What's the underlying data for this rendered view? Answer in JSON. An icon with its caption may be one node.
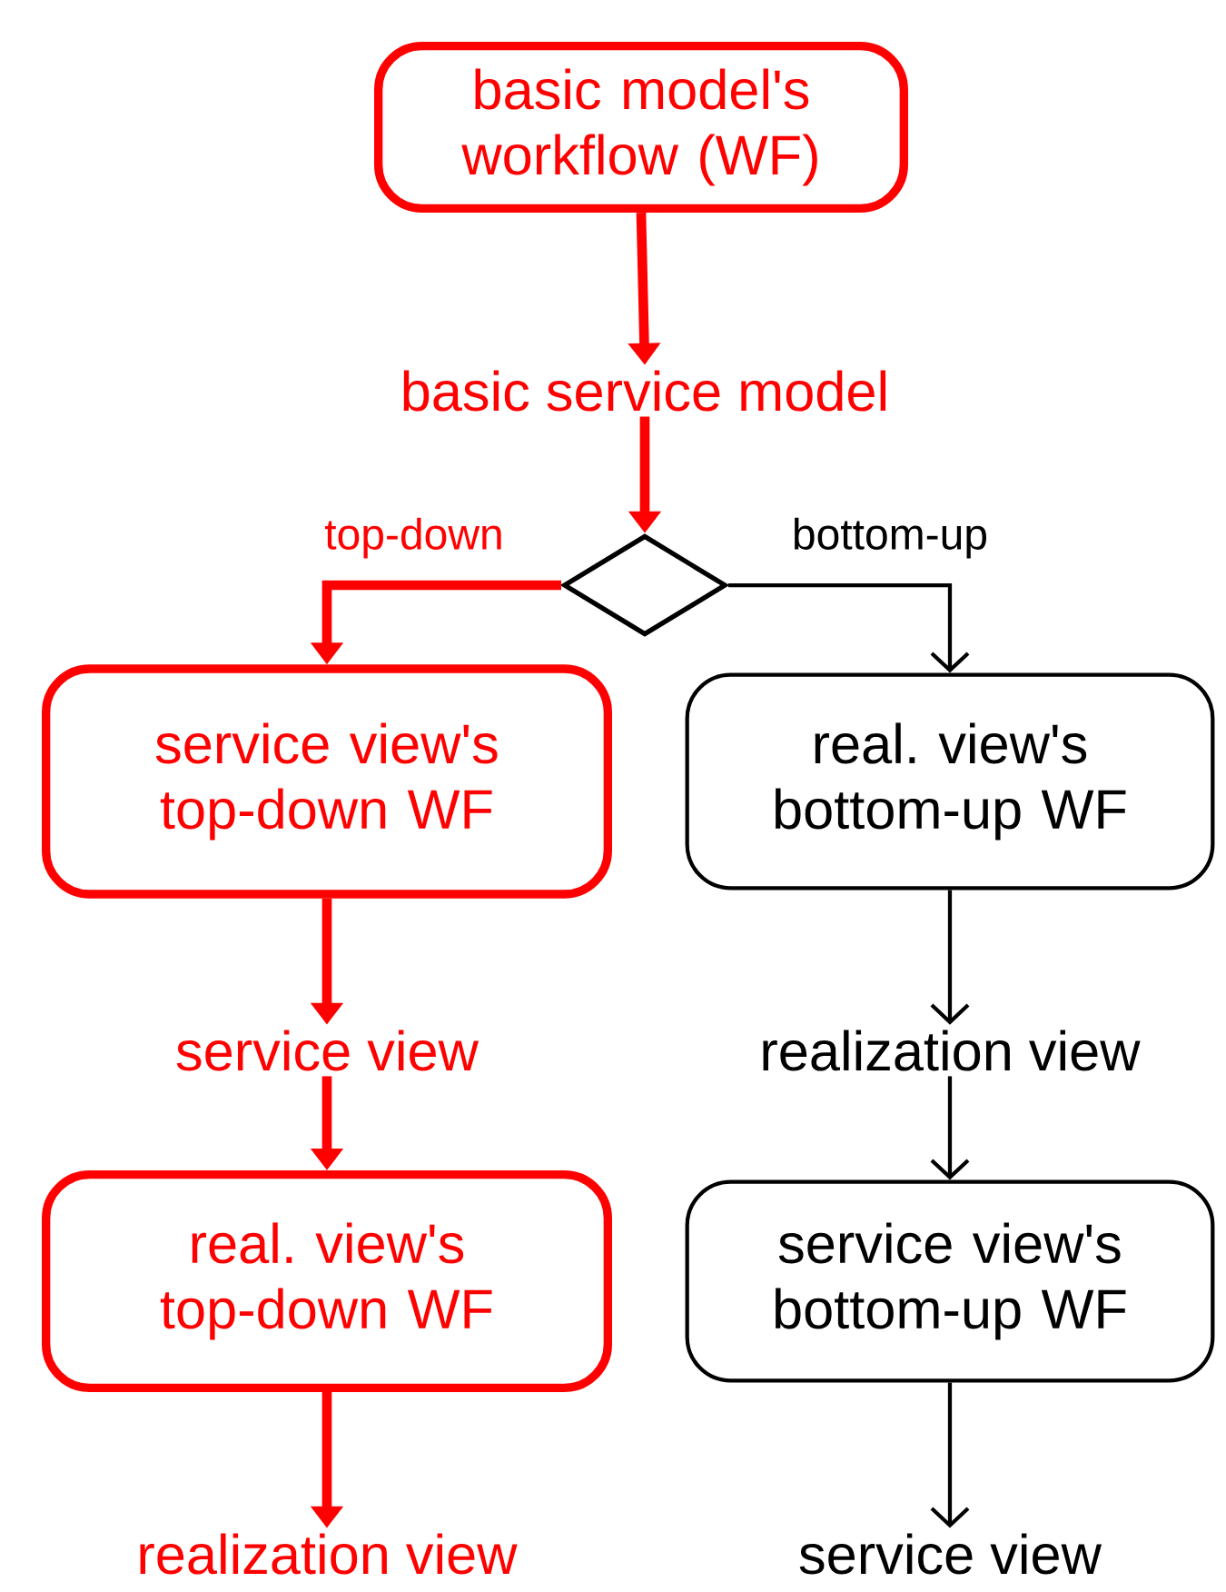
{
  "diagram": {
    "nodes": [
      {
        "text": [
          "basic model's workflow (WF)"
        ]
      },
      {
        "text": [
          "basic service model"
        ]
      },
      {
        "text": [],
        "shape": "diamond"
      },
      {
        "text": [
          "service view's top-down WF"
        ]
      },
      {
        "text": [
          "real. view's bottom-up WF"
        ]
      },
      {
        "text": [
          "service view"
        ]
      },
      {
        "text": [
          "realization view"
        ]
      },
      {
        "text": [
          "real. view's top-down WF"
        ]
      },
      {
        "text": [
          "service view's bottom-up WF"
        ]
      },
      {
        "text": [
          "realization view"
        ]
      },
      {
        "text": [
          "service view"
        ]
      }
    ],
    "edges": [
      {
        "from": 0,
        "to": 1,
        "arrow": "to"
      },
      {
        "from": 1,
        "to": 2,
        "arrow": "to"
      },
      {
        "from": 2,
        "to": 3,
        "arrow": "to",
        "label": "top-down"
      },
      {
        "from": 2,
        "to": 4,
        "arrow": "to",
        "label": "bottom-up",
        "color": "#000000"
      },
      {
        "from": 3,
        "to": 5,
        "arrow": "to"
      },
      {
        "from": 5,
        "to": 7,
        "arrow": "to"
      },
      {
        "from": 7,
        "to": 9,
        "arrow": "to"
      },
      {
        "from": 4,
        "to": 6,
        "arrow": "to",
        "color": "#000000"
      },
      {
        "from": 6,
        "to": 8,
        "arrow": "to",
        "color": "#000000"
      },
      {
        "from": 8,
        "to": 10,
        "arrow": "to",
        "color": "#000000"
      }
    ]
  }
}
